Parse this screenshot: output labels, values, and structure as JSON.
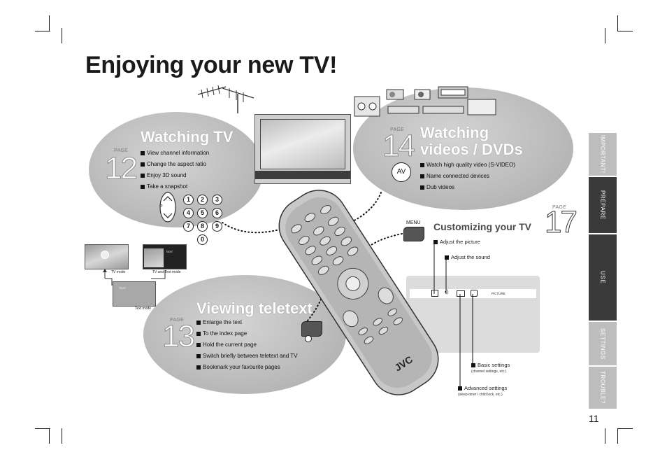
{
  "title": "Enjoying your new TV!",
  "page_number": "11",
  "side_tabs": [
    {
      "label": "IMPORTANT!",
      "color": "#bdbdbd"
    },
    {
      "label": "PREPARE",
      "color": "#3a3a3a"
    },
    {
      "label": "USE",
      "color": "#3a3a3a"
    },
    {
      "label": "SETTINGS",
      "color": "#bdbdbd"
    },
    {
      "label": "TROUBLE?",
      "color": "#bdbdbd"
    }
  ],
  "watching_tv": {
    "heading": "Watching TV",
    "page_label": "PAGE",
    "page": "12",
    "items": [
      "View channel information",
      "Change the aspect ratio",
      "Enjoy 3D sound",
      "Take a snapshot"
    ]
  },
  "watching_videos": {
    "heading_line1": "Watching",
    "heading_line2": "videos / DVDs",
    "page_label": "PAGE",
    "page": "14",
    "av_button": "AV",
    "items": [
      "Watch high quality video (S-VIDEO)",
      "Name connected devices",
      "Dub videos"
    ]
  },
  "viewing_teletext": {
    "heading": "Viewing teletext",
    "page_label": "PAGE",
    "page": "13",
    "items": [
      "Enlarge the text",
      "To the index page",
      "Hold the current page",
      "Switch briefly between teletext and TV",
      "Bookmark your favourite pages"
    ]
  },
  "customizing": {
    "heading": "Customizing your TV",
    "page_label": "PAGE",
    "page": "17",
    "menu_label": "MENU",
    "adjust_picture": "Adjust the picture",
    "adjust_sound": "Adjust the sound",
    "menu_screen_label": "PICTURE",
    "basic_settings": "Basic settings",
    "basic_settings_sub": "(channel settings, etc.)",
    "advanced_settings": "Advanced settings",
    "advanced_settings_sub": "(sleep-timer / child lock, etc.)"
  },
  "modes": {
    "tv_mode": "TV mode",
    "tv_text_mode": "TV and Text mode",
    "text_mode": "Text mode",
    "text_sample": "TEXT"
  },
  "keypad": {
    "numbers": [
      "1",
      "2",
      "3",
      "4",
      "5",
      "6",
      "7",
      "8",
      "9",
      "0"
    ],
    "p_label": "P"
  },
  "remote_brand": "JVC"
}
